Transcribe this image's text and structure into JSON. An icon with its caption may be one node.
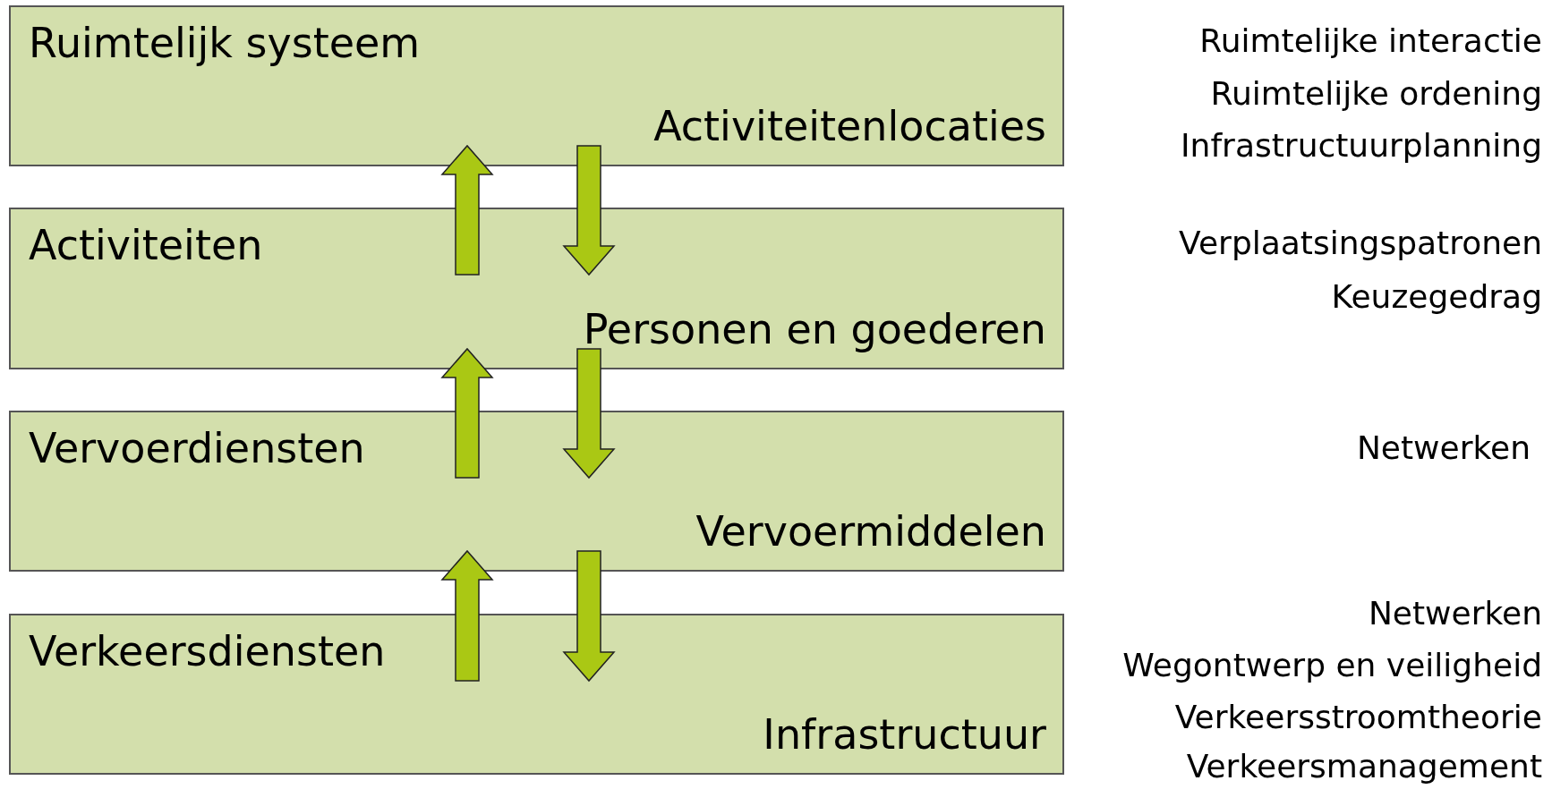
{
  "diagram": {
    "nodes": [
      {
        "text": [
          "Ruimtelijk systeem",
          "Activiteitenlocaties"
        ]
      },
      {
        "text": [
          "Activiteiten",
          "Personen en goederen"
        ]
      },
      {
        "text": [
          "Vervoerdiensten",
          "Vervoermiddelen"
        ]
      },
      {
        "text": [
          "Verkeersdiensten",
          "Infrastructuur"
        ]
      }
    ],
    "edges": [
      {
        "from": 1,
        "to": 0,
        "arrow": "to"
      },
      {
        "from": 0,
        "to": 1,
        "arrow": "to"
      },
      {
        "from": 2,
        "to": 1,
        "arrow": "to"
      },
      {
        "from": 1,
        "to": 2,
        "arrow": "to"
      },
      {
        "from": 3,
        "to": 2,
        "arrow": "to"
      },
      {
        "from": 2,
        "to": 3,
        "arrow": "to"
      }
    ],
    "labels": [
      "Ruimtelijke interactie",
      "Ruimtelijke ordening",
      "Infrastructuurplanning",
      "Verplaatsingspatronen",
      "Keuzegedrag",
      "Netwerken",
      "Netwerken",
      "Wegontwerp en veiligheid",
      "Verkeersstroomtheorie",
      "Verkeersmanagement"
    ]
  }
}
